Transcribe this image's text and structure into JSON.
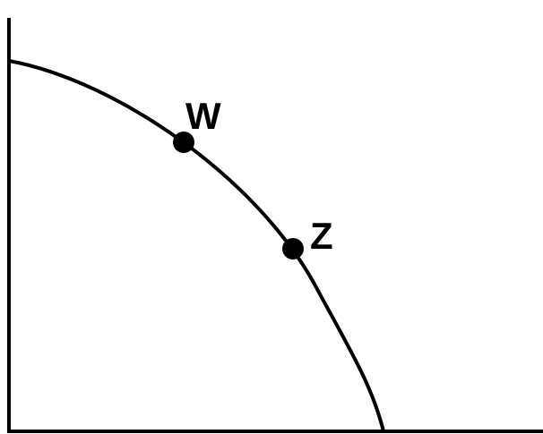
{
  "diagram": {
    "type": "production-possibilities-frontier",
    "points": [
      {
        "label": "W"
      },
      {
        "label": "Z"
      }
    ],
    "colors": {
      "stroke": "#000000",
      "background": "#ffffff"
    }
  }
}
